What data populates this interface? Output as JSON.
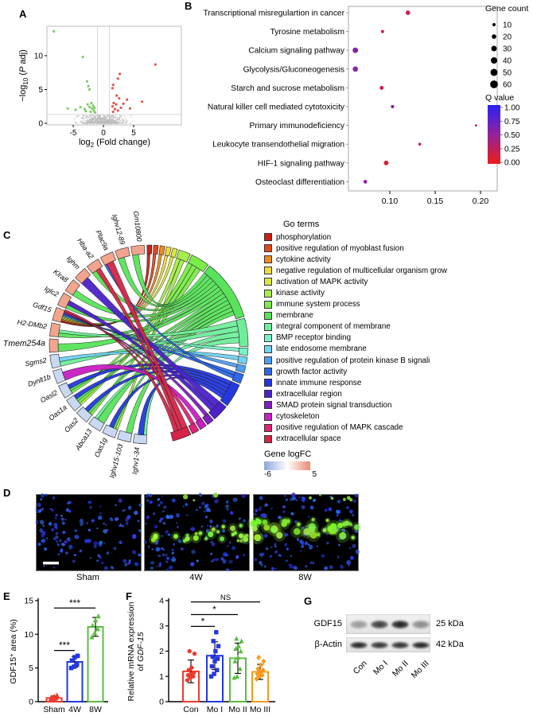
{
  "panels": {
    "a": "A",
    "b": "B",
    "c": "C",
    "d": "D",
    "e": "E",
    "f": "F",
    "g": "G"
  },
  "chart_data": [
    {
      "id": "volcano",
      "type": "scatter",
      "xlabel": {
        "pre": "log",
        "sub": "2",
        "post": " (Fold change)"
      },
      "ylabel": {
        "pre": "−log",
        "sub": "10",
        "italic": "P",
        "post": " adj"
      },
      "xlim": [
        -9.3,
        12.9
      ],
      "ylim": [
        0,
        14.6
      ],
      "xticks": [
        -5,
        0,
        5
      ],
      "yticks": [
        0,
        5,
        10
      ],
      "thresholds": {
        "x": [
          -1,
          1
        ],
        "y": 1.3
      },
      "colors": {
        "up": "#E0564C",
        "down": "#7ECB66",
        "ns": "#BBBBBB",
        "grid": "#CFCFCF",
        "box": "#BDBDBD"
      },
      "series": [
        {
          "name": "down",
          "points": [
            [
              -8.2,
              13.6
            ],
            [
              -3.4,
              9.8
            ],
            [
              -2.7,
              6.2
            ],
            [
              -2.5,
              5.5
            ],
            [
              -2.3,
              5.0
            ],
            [
              -5.9,
              2.2
            ],
            [
              -4.6,
              2.0
            ],
            [
              -3.8,
              2.4
            ],
            [
              -3.1,
              2.1
            ],
            [
              -2.6,
              2.8
            ],
            [
              -2.3,
              2.4
            ],
            [
              -2.0,
              3.0
            ],
            [
              -1.9,
              2.2
            ],
            [
              -1.7,
              2.6
            ],
            [
              -1.6,
              1.9
            ],
            [
              -1.5,
              2.3
            ],
            [
              -2.1,
              1.7
            ],
            [
              -1.4,
              1.6
            ],
            [
              -2.9,
              1.8
            ]
          ]
        },
        {
          "name": "up",
          "points": [
            [
              8.6,
              8.7
            ],
            [
              2.7,
              7.3
            ],
            [
              2.4,
              6.6
            ],
            [
              1.6,
              5.7
            ],
            [
              1.5,
              5.2
            ],
            [
              2.2,
              4.1
            ],
            [
              3.9,
              3.5
            ],
            [
              6.4,
              3.2
            ],
            [
              2.6,
              3.7
            ],
            [
              1.7,
              3.0
            ],
            [
              2.1,
              2.8
            ],
            [
              1.5,
              2.5
            ],
            [
              2.9,
              2.3
            ],
            [
              1.9,
              2.1
            ],
            [
              2.4,
              1.9
            ],
            [
              3.3,
              2.9
            ],
            [
              1.6,
              1.7
            ],
            [
              4.4,
              2.2
            ]
          ]
        }
      ]
    },
    {
      "id": "kegg-dotplot",
      "type": "scatter",
      "categories": [
        "Transcriptional misregulartion in cancer",
        "Tyrosine metabolism",
        "Calcium signaling pathway",
        "Glycolysis/Gluconeogenesis",
        "Starch and sucrose metabolism",
        "Natural killer cell mediated cytotoxicity",
        "Primary immunodeficiency",
        "Leukocyte transendothelial migration",
        "HIF-1 signaling pathway",
        "Osteoclast differentiation"
      ],
      "x": [
        0.12,
        0.092,
        0.062,
        0.062,
        0.091,
        0.103,
        0.195,
        0.133,
        0.096,
        0.073
      ],
      "gene_count": [
        20,
        10,
        30,
        28,
        15,
        12,
        5,
        8,
        22,
        14
      ],
      "q_value": [
        0.2,
        0.15,
        0.55,
        0.55,
        0.2,
        0.5,
        0.1,
        0.25,
        0.12,
        0.5
      ],
      "xticks": [
        "0.10",
        "0.15",
        "0.20"
      ],
      "xtick_values": [
        0.1,
        0.15,
        0.2
      ],
      "legend": {
        "count_title": "Gene count",
        "count_values": [
          10,
          20,
          30,
          40,
          50,
          60
        ],
        "q_title": "Q value",
        "q_ticks": [
          "1.00",
          "0.75",
          "0.50",
          "0.25",
          "0.00"
        ],
        "q_colors": {
          "top": "#2722F6",
          "mid": "#93229B",
          "bottom": "#EE1B1B"
        }
      }
    },
    {
      "id": "gdf15-area",
      "type": "bar",
      "categories": [
        "Sham",
        "4W",
        "8W"
      ],
      "values": [
        0.55,
        5.9,
        11.1
      ],
      "errors": [
        0.3,
        0.8,
        1.4
      ],
      "colors": [
        "#EE3A2F",
        "#2236E3",
        "#5BBC41"
      ],
      "markers": [
        "triangle",
        "square",
        "triangle"
      ],
      "points": [
        [
          0.3,
          0.45,
          0.55,
          0.65,
          0.8,
          0.95
        ],
        [
          5.0,
          5.2,
          5.5,
          6.1,
          6.6,
          6.8
        ],
        [
          9.6,
          10.2,
          10.8,
          11.3,
          12.1,
          12.7
        ]
      ],
      "ylabel": {
        "pre": "GDF15",
        "sup": "+",
        "post": " area (%)"
      },
      "ylim": [
        0,
        15
      ],
      "yticks": [
        0,
        5,
        10,
        15
      ],
      "significance": [
        {
          "from": 0,
          "to": 1,
          "label": "***",
          "y": 7.6
        },
        {
          "from": 0,
          "to": 2,
          "label": "***",
          "y": 13.9
        }
      ]
    },
    {
      "id": "gdf15-mrna",
      "type": "bar",
      "categories": [
        "Con",
        "Mo I",
        "Mo II",
        "Mo III"
      ],
      "values": [
        1.2,
        1.82,
        1.72,
        1.18
      ],
      "errors": [
        0.45,
        0.55,
        0.6,
        0.3
      ],
      "colors": [
        "#EE3A2F",
        "#2236E3",
        "#5BBC41",
        "#F5991E"
      ],
      "markers": [
        "circle",
        "square",
        "triangle",
        "diamond"
      ],
      "points": [
        [
          0.85,
          0.95,
          1.0,
          1.05,
          1.1,
          1.15,
          1.25,
          1.35,
          1.9,
          2.0
        ],
        [
          1.0,
          1.1,
          1.25,
          1.4,
          1.6,
          1.7,
          1.78,
          2.0,
          2.2,
          2.4,
          2.75
        ],
        [
          0.95,
          1.0,
          1.3,
          1.6,
          1.75,
          2.0,
          2.1,
          2.2,
          2.4,
          2.5
        ],
        [
          0.9,
          1.0,
          1.05,
          1.1,
          1.18,
          1.25,
          1.3,
          1.45,
          1.6,
          1.75
        ]
      ],
      "ylabel": {
        "line1": "Relative mRNA expression",
        "line2_pre": "of ",
        "line2_italic": "GDF-15"
      },
      "ylim": [
        0,
        4
      ],
      "yticks": [
        0,
        1,
        2,
        3,
        4
      ],
      "significance": [
        {
          "from": 0,
          "to": 1,
          "label": "*",
          "y": 2.98
        },
        {
          "from": 0,
          "to": 2,
          "label": "*",
          "y": 3.45
        },
        {
          "from": 0,
          "to": 3,
          "label": "NS",
          "y": 3.95
        }
      ]
    }
  ],
  "chord": {
    "genes": [
      "Gm10800",
      "Ighv12-89",
      "Plac9a",
      "Hba-a2",
      "Ighm",
      "Klra8",
      "Iglc2",
      "Gdf15",
      "H2-DMb2",
      "Tmem254a",
      "Sgms2",
      "Dynlt1b",
      "Oasl2",
      "Oas1a",
      "Oas2",
      "Abca13",
      "Oas1g",
      "Ighv15-103",
      "Ighv1-34"
    ],
    "gene_up_color": "#F2A48E",
    "gene_down_color": "#C9D9F2",
    "n_up": 10,
    "go_title": "Go terms",
    "go_terms": [
      {
        "label": "phosphorylation",
        "color": "#CC2012",
        "w": 2
      },
      {
        "label": "positive regulation of myoblast fusion",
        "color": "#E2491C",
        "w": 2
      },
      {
        "label": "cytokine activity",
        "color": "#EC8C22",
        "w": 2
      },
      {
        "label": "negative regulation of multicellular organism grow",
        "color": "#F2D83B",
        "w": 2
      },
      {
        "label": "activation of MAPK activity",
        "color": "#D8E93C",
        "w": 2
      },
      {
        "label": "kinase activity",
        "color": "#A7EE4A",
        "w": 5
      },
      {
        "label": "immune system process",
        "color": "#7BEC49",
        "w": 8
      },
      {
        "label": "membrane",
        "color": "#58E35A",
        "w": 26
      },
      {
        "label": "integral component of membrane",
        "color": "#6FEE9A",
        "w": 12
      },
      {
        "label": "BMP receptor binding",
        "color": "#77F2C8",
        "w": 3
      },
      {
        "label": "late endosome membrane",
        "color": "#6FD3F2",
        "w": 3
      },
      {
        "label": "positive regulation of protein kinase B signali",
        "color": "#4D9FF0",
        "w": 3
      },
      {
        "label": "growth factor activity",
        "color": "#2C68E8",
        "w": 4
      },
      {
        "label": "innate immune response",
        "color": "#2438DE",
        "w": 10
      },
      {
        "label": "extracellular region",
        "color": "#4A22C8",
        "w": 7
      },
      {
        "label": "SMAD protein signal transduction",
        "color": "#7D20BE",
        "w": 3
      },
      {
        "label": "cytoskeleton",
        "color": "#C81EC3",
        "w": 3
      },
      {
        "label": "positive regulation of MAPK cascade",
        "color": "#E02278",
        "w": 3
      },
      {
        "label": "extracellular space",
        "color": "#D42547",
        "w": 8
      }
    ],
    "ribbons": [
      [
        7,
        0,
        0.7,
        1.8
      ],
      [
        7,
        1,
        0.7,
        1.8
      ],
      [
        7,
        2,
        0.7,
        1.8
      ],
      [
        7,
        3,
        0.7,
        1.8
      ],
      [
        7,
        4,
        0.7,
        1.8
      ],
      [
        13,
        5,
        1.6,
        2.6
      ],
      [
        16,
        5,
        1.6,
        2.6
      ],
      [
        12,
        6,
        1.8,
        3.0
      ],
      [
        13,
        6,
        1.8,
        3.0
      ],
      [
        14,
        6,
        1.8,
        3.0
      ],
      [
        0,
        7,
        4.0,
        2.55
      ],
      [
        1,
        7,
        4.0,
        2.55
      ],
      [
        3,
        7,
        3.0,
        2.55
      ],
      [
        5,
        7,
        4.0,
        2.55
      ],
      [
        6,
        7,
        2.5,
        2.55
      ],
      [
        8,
        7,
        2.5,
        2.55
      ],
      [
        9,
        7,
        5.0,
        2.55
      ],
      [
        12,
        7,
        1.5,
        2.55
      ],
      [
        13,
        7,
        1.5,
        2.55
      ],
      [
        14,
        7,
        1.5,
        2.55
      ],
      [
        15,
        7,
        5.0,
        2.55
      ],
      [
        16,
        7,
        1.5,
        2.55
      ],
      [
        17,
        7,
        4.0,
        2.55
      ],
      [
        8,
        8,
        2.0,
        3.6
      ],
      [
        10,
        8,
        3.0,
        3.6
      ],
      [
        15,
        8,
        2.0,
        3.6
      ],
      [
        18,
        8,
        2.0,
        3.6
      ],
      [
        7,
        9,
        0.7,
        2.2
      ],
      [
        10,
        10,
        2.5,
        2.6
      ],
      [
        7,
        11,
        0.7,
        2.2
      ],
      [
        7,
        12,
        0.8,
        2.2
      ],
      [
        2,
        12,
        1.5,
        2.2
      ],
      [
        12,
        13,
        2.8,
        2.4
      ],
      [
        13,
        13,
        2.8,
        2.4
      ],
      [
        14,
        13,
        2.8,
        2.4
      ],
      [
        16,
        13,
        2.8,
        2.4
      ],
      [
        18,
        13,
        3.5,
        2.6
      ],
      [
        4,
        14,
        5.5,
        4.5
      ],
      [
        6,
        14,
        3.0,
        3.5
      ],
      [
        7,
        15,
        0.8,
        2.4
      ],
      [
        11,
        16,
        5.5,
        3.2
      ],
      [
        7,
        17,
        0.8,
        2.4
      ],
      [
        2,
        18,
        4.5,
        3.6
      ],
      [
        3,
        18,
        3.0,
        2.6
      ],
      [
        7,
        18,
        1.2,
        2.8
      ]
    ],
    "logfc": {
      "title": "Gene logFC",
      "min": "-6",
      "max": "5",
      "left_color": "#8FA6DA",
      "mid_color": "#FFFFFF",
      "right_color": "#E98B70"
    }
  },
  "panel_d": {
    "labels": [
      "Sham",
      "4W",
      "8W"
    ]
  },
  "western": {
    "rows": [
      {
        "protein": "GDF15",
        "kda": "25 kDa",
        "intensities": [
          0.38,
          0.82,
          0.97,
          0.45
        ],
        "band_h": 10
      },
      {
        "protein": "β-Actin",
        "kda": "42 kDa",
        "intensities": [
          0.95,
          0.88,
          0.9,
          0.96
        ],
        "band_h": 8
      }
    ],
    "lanes": [
      "Con",
      "Mo I",
      "Mo II",
      "Mo III"
    ]
  }
}
